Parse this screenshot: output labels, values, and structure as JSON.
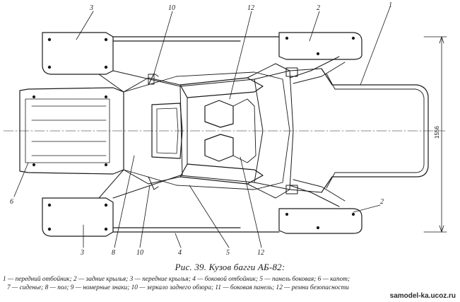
{
  "figure": {
    "callouts": {
      "c3_top": "3",
      "c10_top": "10",
      "c12_top": "12",
      "c2_top": "2",
      "c1_top": "1",
      "c6_left": "6",
      "c2_right": "2",
      "c3_bottom": "3",
      "c8_bottom": "8",
      "c10_bottom": "10",
      "c4_bottom": "4",
      "c5_bottom": "5",
      "c12_bottom": "12"
    },
    "dimension": "1556"
  },
  "caption": {
    "title": "Рис. 39. Кузов багги АБ-82:",
    "legend_line_1": "1 — передний отбойник; 2 — задние крылья; 3 — передние крылья; 4 — боковой отбойник; 5 — панель боковая; 6 — капот;",
    "legend_line_2": "7 — сиденье; 8 — пол; 9 — номерные знаки; 10 — зеркало заднего обзора; 11 — боковая панель; 12 — ремни безопасности"
  },
  "watermark": "samodel-ka.ucoz.ru"
}
